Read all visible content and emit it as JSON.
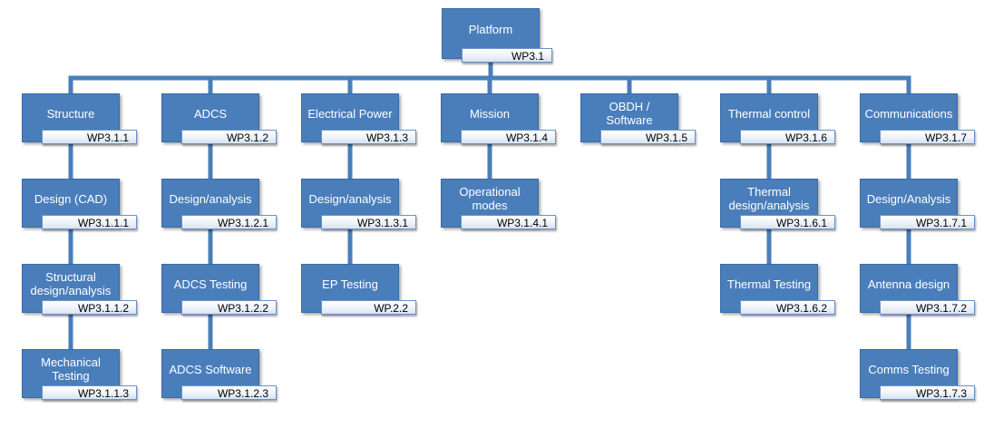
{
  "colors": {
    "box_fill": "#4a7ebb",
    "connector": "#4a7ebb",
    "label_text": "#ffffff",
    "code_text": "#000000"
  },
  "root": {
    "id": "root",
    "name": "Platform",
    "code": "WP3.1"
  },
  "columns": [
    {
      "id": "structure",
      "name": "Structure",
      "code": "WP3.1.1",
      "children": [
        {
          "id": "design-cad",
          "name": "Design (CAD)",
          "code": "WP3.1.1.1"
        },
        {
          "id": "structural-design",
          "name": "Structural design/analysis",
          "code": "WP3.1.1.2"
        },
        {
          "id": "mechanical-testing",
          "name": "Mechanical Testing",
          "code": "WP3.1.1.3"
        }
      ]
    },
    {
      "id": "adcs",
      "name": "ADCS",
      "code": "WP3.1.2",
      "children": [
        {
          "id": "adcs-design",
          "name": "Design/analysis",
          "code": "WP3.1.2.1"
        },
        {
          "id": "adcs-testing",
          "name": "ADCS Testing",
          "code": "WP3.1.2.2"
        },
        {
          "id": "adcs-software",
          "name": "ADCS Software",
          "code": "WP3.1.2.3"
        }
      ]
    },
    {
      "id": "electrical-power",
      "name": "Electrical Power",
      "code": "WP3.1.3",
      "children": [
        {
          "id": "ep-design",
          "name": "Design/analysis",
          "code": "WP3.1.3.1"
        },
        {
          "id": "ep-testing",
          "name": "EP Testing",
          "code": "WP.2.2"
        }
      ]
    },
    {
      "id": "mission",
      "name": "Mission",
      "code": "WP3.1.4",
      "children": [
        {
          "id": "operational-modes",
          "name": "Operational modes",
          "code": "WP3.1.4.1"
        }
      ]
    },
    {
      "id": "obdh-software",
      "name": "OBDH / Software",
      "code": "WP3.1.5",
      "children": []
    },
    {
      "id": "thermal-control",
      "name": "Thermal control",
      "code": "WP3.1.6",
      "children": [
        {
          "id": "thermal-design",
          "name": "Thermal design/analysis",
          "code": "WP3.1.6.1"
        },
        {
          "id": "thermal-testing",
          "name": "Thermal Testing",
          "code": "WP3.1.6.2"
        }
      ]
    },
    {
      "id": "communications",
      "name": "Communications",
      "code": "WP3.1.7",
      "children": [
        {
          "id": "comms-design",
          "name": "Design/Analysis",
          "code": "WP3.1.7.1"
        },
        {
          "id": "antenna-design",
          "name": "Antenna design",
          "code": "WP3.1.7.2"
        },
        {
          "id": "comms-testing",
          "name": "Comms Testing",
          "code": "WP3.1.7.3"
        }
      ]
    }
  ]
}
